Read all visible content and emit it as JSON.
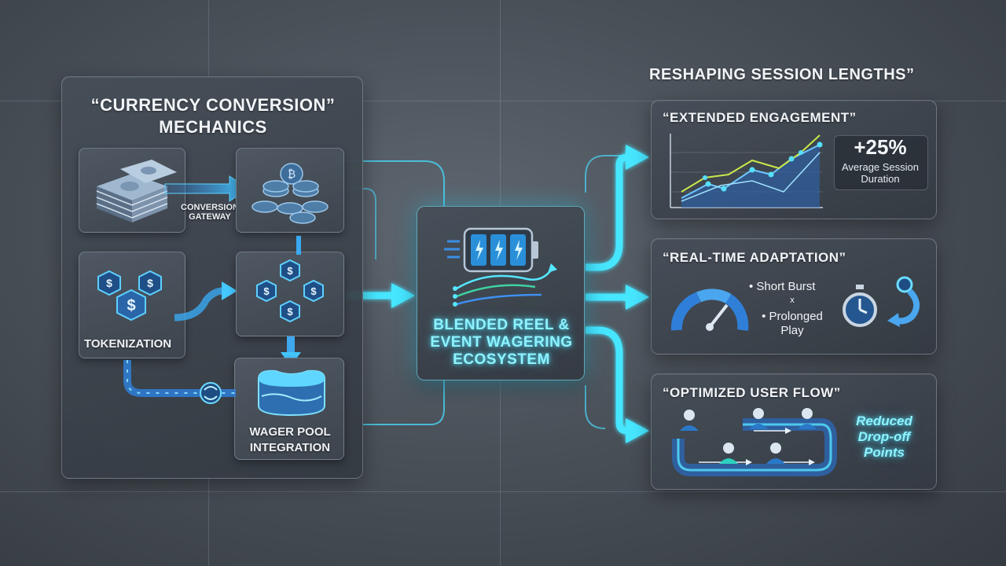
{
  "left_panel": {
    "title": "“Currency Conversion” Mechanics",
    "conversion_gateway_label": "Conversion Gateway",
    "tokenization_label": "Tokenization",
    "wager_pool_label": "Wager Pool Integration"
  },
  "center": {
    "title": "Blended Reel & Event Wagering Ecosystem"
  },
  "right_section": {
    "heading": "Reshaping Session Lengths”",
    "engagement": {
      "title": "“Extended Engagement”",
      "stat_value": "+25%",
      "stat_label": "Average Session Duration"
    },
    "adaptation": {
      "title": "“Real-Time Adaptation”",
      "item1": "• Short Burst",
      "connector": "x",
      "item2": "• Prolonged Play"
    },
    "flow": {
      "title": "“Optimized User Flow”",
      "callout": "Reduced Drop-off Points"
    }
  },
  "colors": {
    "accent": "#3fe3ff",
    "blue": "#2f7fd8",
    "panel": "#4a525c",
    "background": "#4b525a"
  },
  "icons": [
    "cash-stack-icon",
    "coin-stack-icon",
    "token-cluster-icon",
    "hex-token-icon",
    "wager-pool-icon",
    "battery-reel-icon",
    "line-chart-icon",
    "gauge-icon",
    "stopwatch-icon",
    "user-flow-icon"
  ]
}
